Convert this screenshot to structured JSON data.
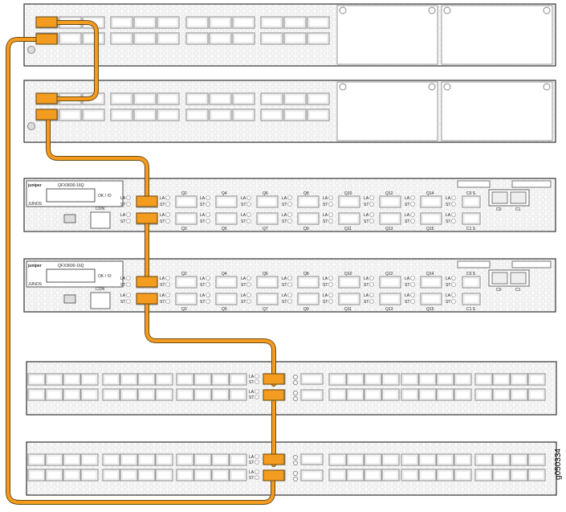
{
  "figure_id": "g050334",
  "qfx3600": {
    "brand": "juniper",
    "os": "JUNOS",
    "model": "QFX3600-16Q",
    "status_labels": [
      "OK / !O"
    ],
    "console_label": "CON",
    "led_labels": [
      "LA",
      "ST"
    ],
    "top_ports": [
      "Q2",
      "Q4",
      "Q6",
      "Q8",
      "Q10",
      "Q12",
      "Q14"
    ],
    "bottom_ports": [
      "Q3",
      "Q5",
      "Q7",
      "Q9",
      "Q11",
      "Q13",
      "Q15"
    ],
    "sfp_ports": [
      "C0 S",
      "C1 S"
    ],
    "mgmt_ports": [
      "C0",
      "C1"
    ]
  },
  "colors": {
    "cable": "#f39c1f",
    "cable_edge": "#6b4a10",
    "chassis": "#f2f2f2",
    "port": "#bbbbbb"
  }
}
